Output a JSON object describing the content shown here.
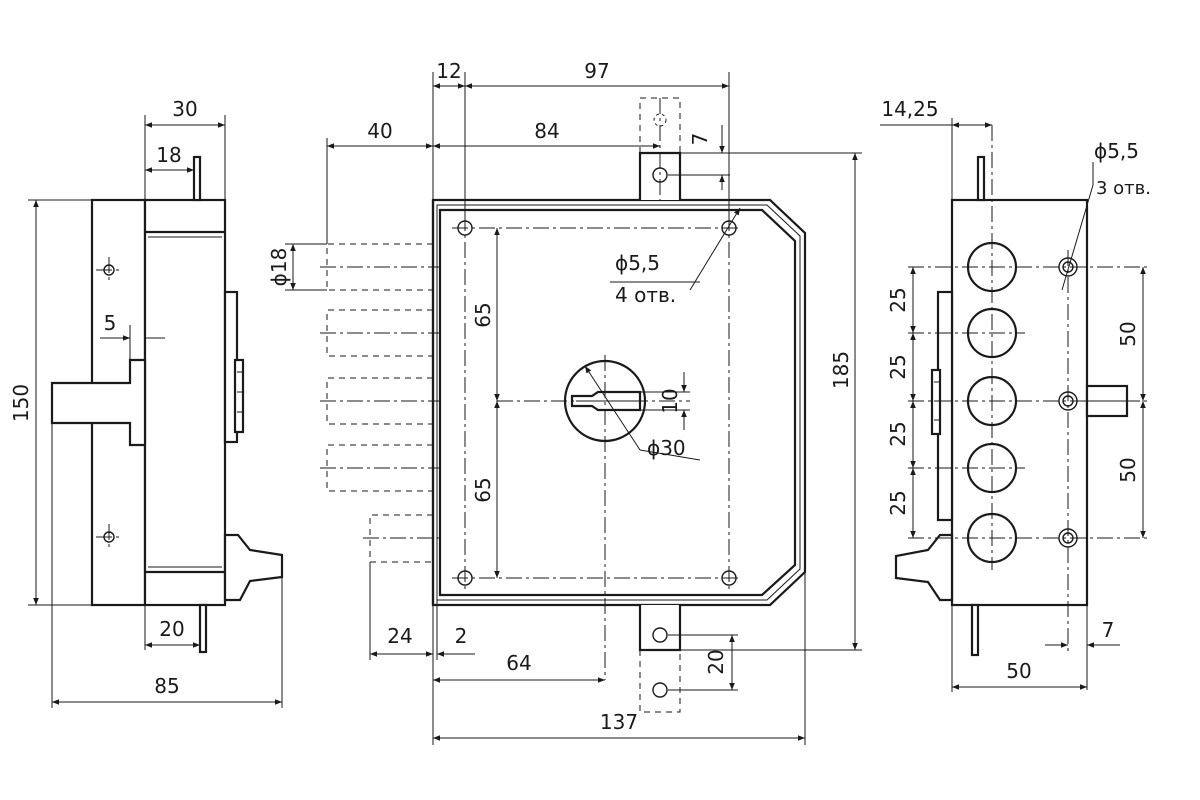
{
  "side_view": {
    "dim_width_30": "30",
    "dim_18": "18",
    "dim_5": "5",
    "dim_height_150": "150",
    "dim_20": "20",
    "dim_depth_85": "85"
  },
  "front_view": {
    "dim_12": "12",
    "dim_97": "97",
    "dim_40": "40",
    "dim_84": "84",
    "dim_7": "7",
    "dim_bolt_dia": "ϕ18",
    "dim_hole_dia": "ϕ5,5",
    "dim_hole_count": "4 отв.",
    "dim_65_top": "65",
    "dim_65_bottom": "65",
    "dim_10": "10",
    "dim_cylinder_dia": "ϕ30",
    "dim_height_185": "185",
    "dim_24": "24",
    "dim_2": "2",
    "dim_64": "64",
    "dim_20": "20",
    "dim_width_137": "137"
  },
  "back_view": {
    "dim_14_25": "14,25",
    "dim_hole_dia": "ϕ5,5",
    "dim_hole_count": "3 отв.",
    "dim_25_a": "25",
    "dim_25_b": "25",
    "dim_25_c": "25",
    "dim_25_d": "25",
    "dim_50_top": "50",
    "dim_50_bottom": "50",
    "dim_7": "7",
    "dim_width_50": "50"
  }
}
